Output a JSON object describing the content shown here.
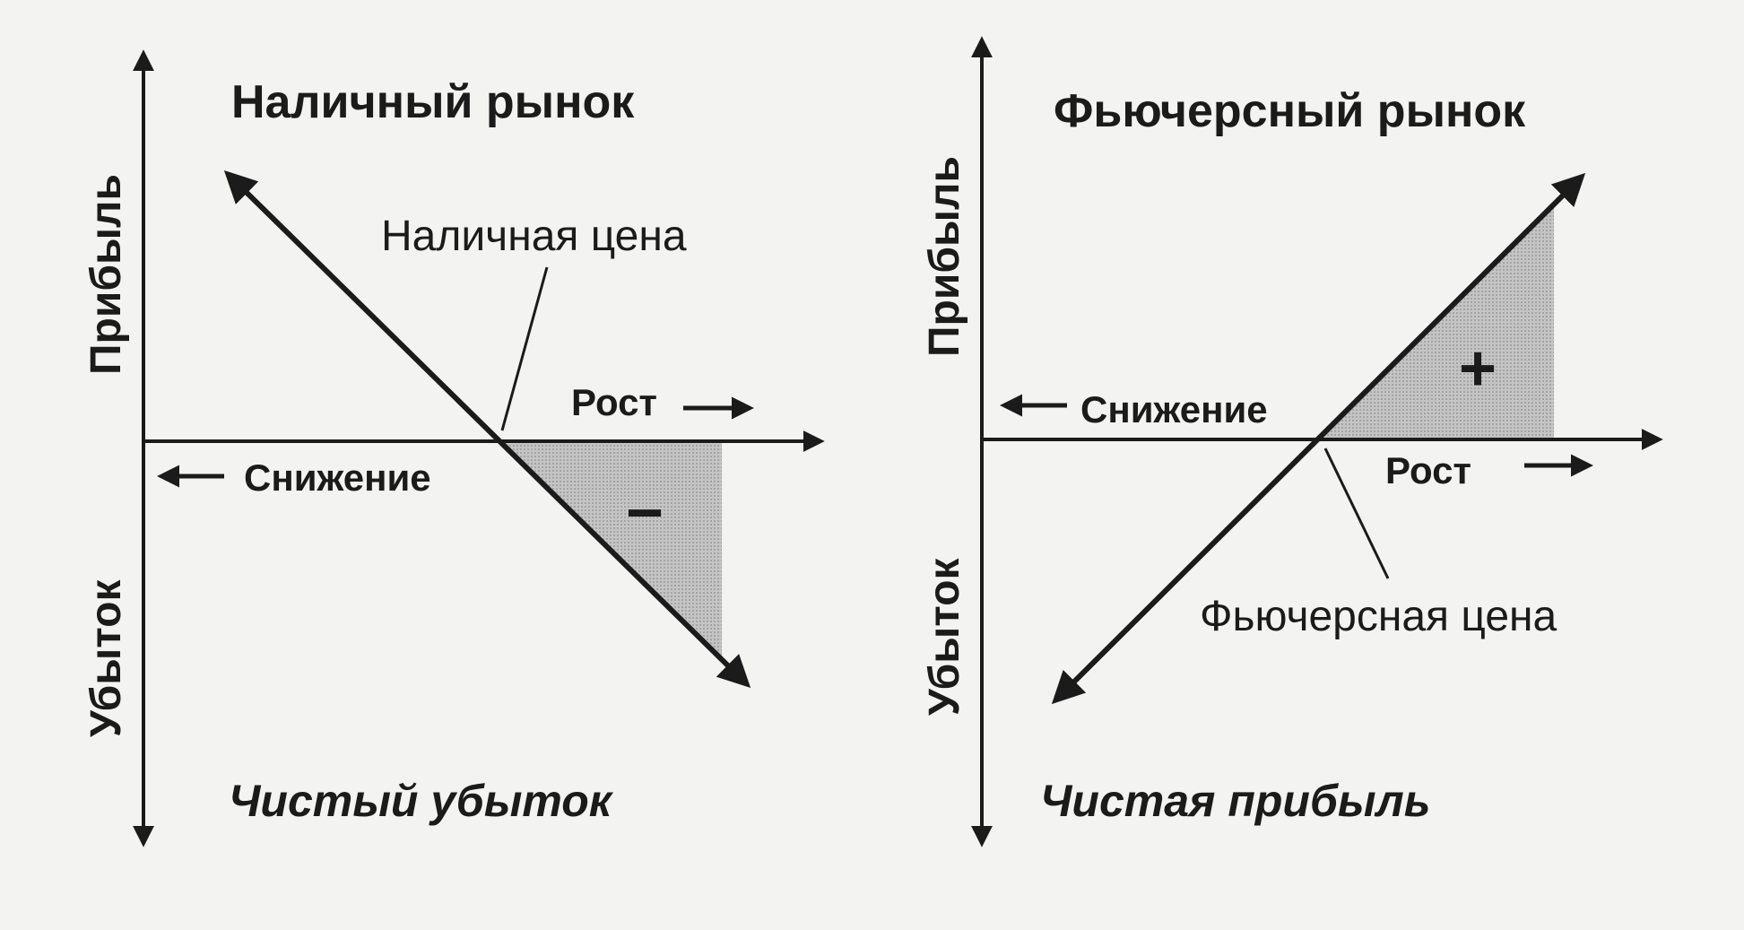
{
  "left_panel": {
    "title": "Наличный рынок",
    "price_label": "Наличная цена",
    "y_up_label": "Прибыль",
    "y_down_label": "Убыток",
    "rise_label": "Рост",
    "fall_label": "Снижение",
    "loss_sign": "−",
    "result": "Чистый убыток"
  },
  "right_panel": {
    "title": "Фьючерсный рынок",
    "price_label": "Фьючерсная цена",
    "y_up_label": "Прибыль",
    "y_down_label": "Убыток",
    "rise_label": "Рост",
    "fall_label": "Снижение",
    "gain_sign": "+",
    "result": "Чистая прибыль"
  },
  "colors": {
    "ink": "#1b1b1b",
    "shade": "#b9b9b9",
    "paper": "#f3f3f1"
  }
}
